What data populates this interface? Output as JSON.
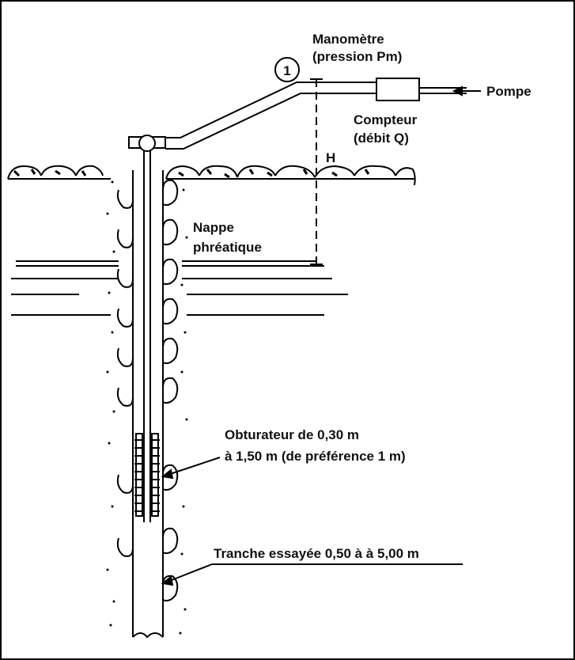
{
  "diagram": {
    "labels": {
      "gauge_line1": "Manomètre",
      "gauge_line2": "(pression Pm)",
      "pump": "Pompe",
      "meter_line1": "Compteur",
      "meter_line2": "(débit Q)",
      "head": "H",
      "water_line1": "Nappe",
      "water_line2": "phréatique",
      "packer_line1": "Obturateur de 0,30 m",
      "packer_line2": "à 1,50 m (de préférence 1 m)",
      "test_section": "Tranche essayée 0,50 à à 5,00 m"
    },
    "gauge_symbol": "1"
  }
}
